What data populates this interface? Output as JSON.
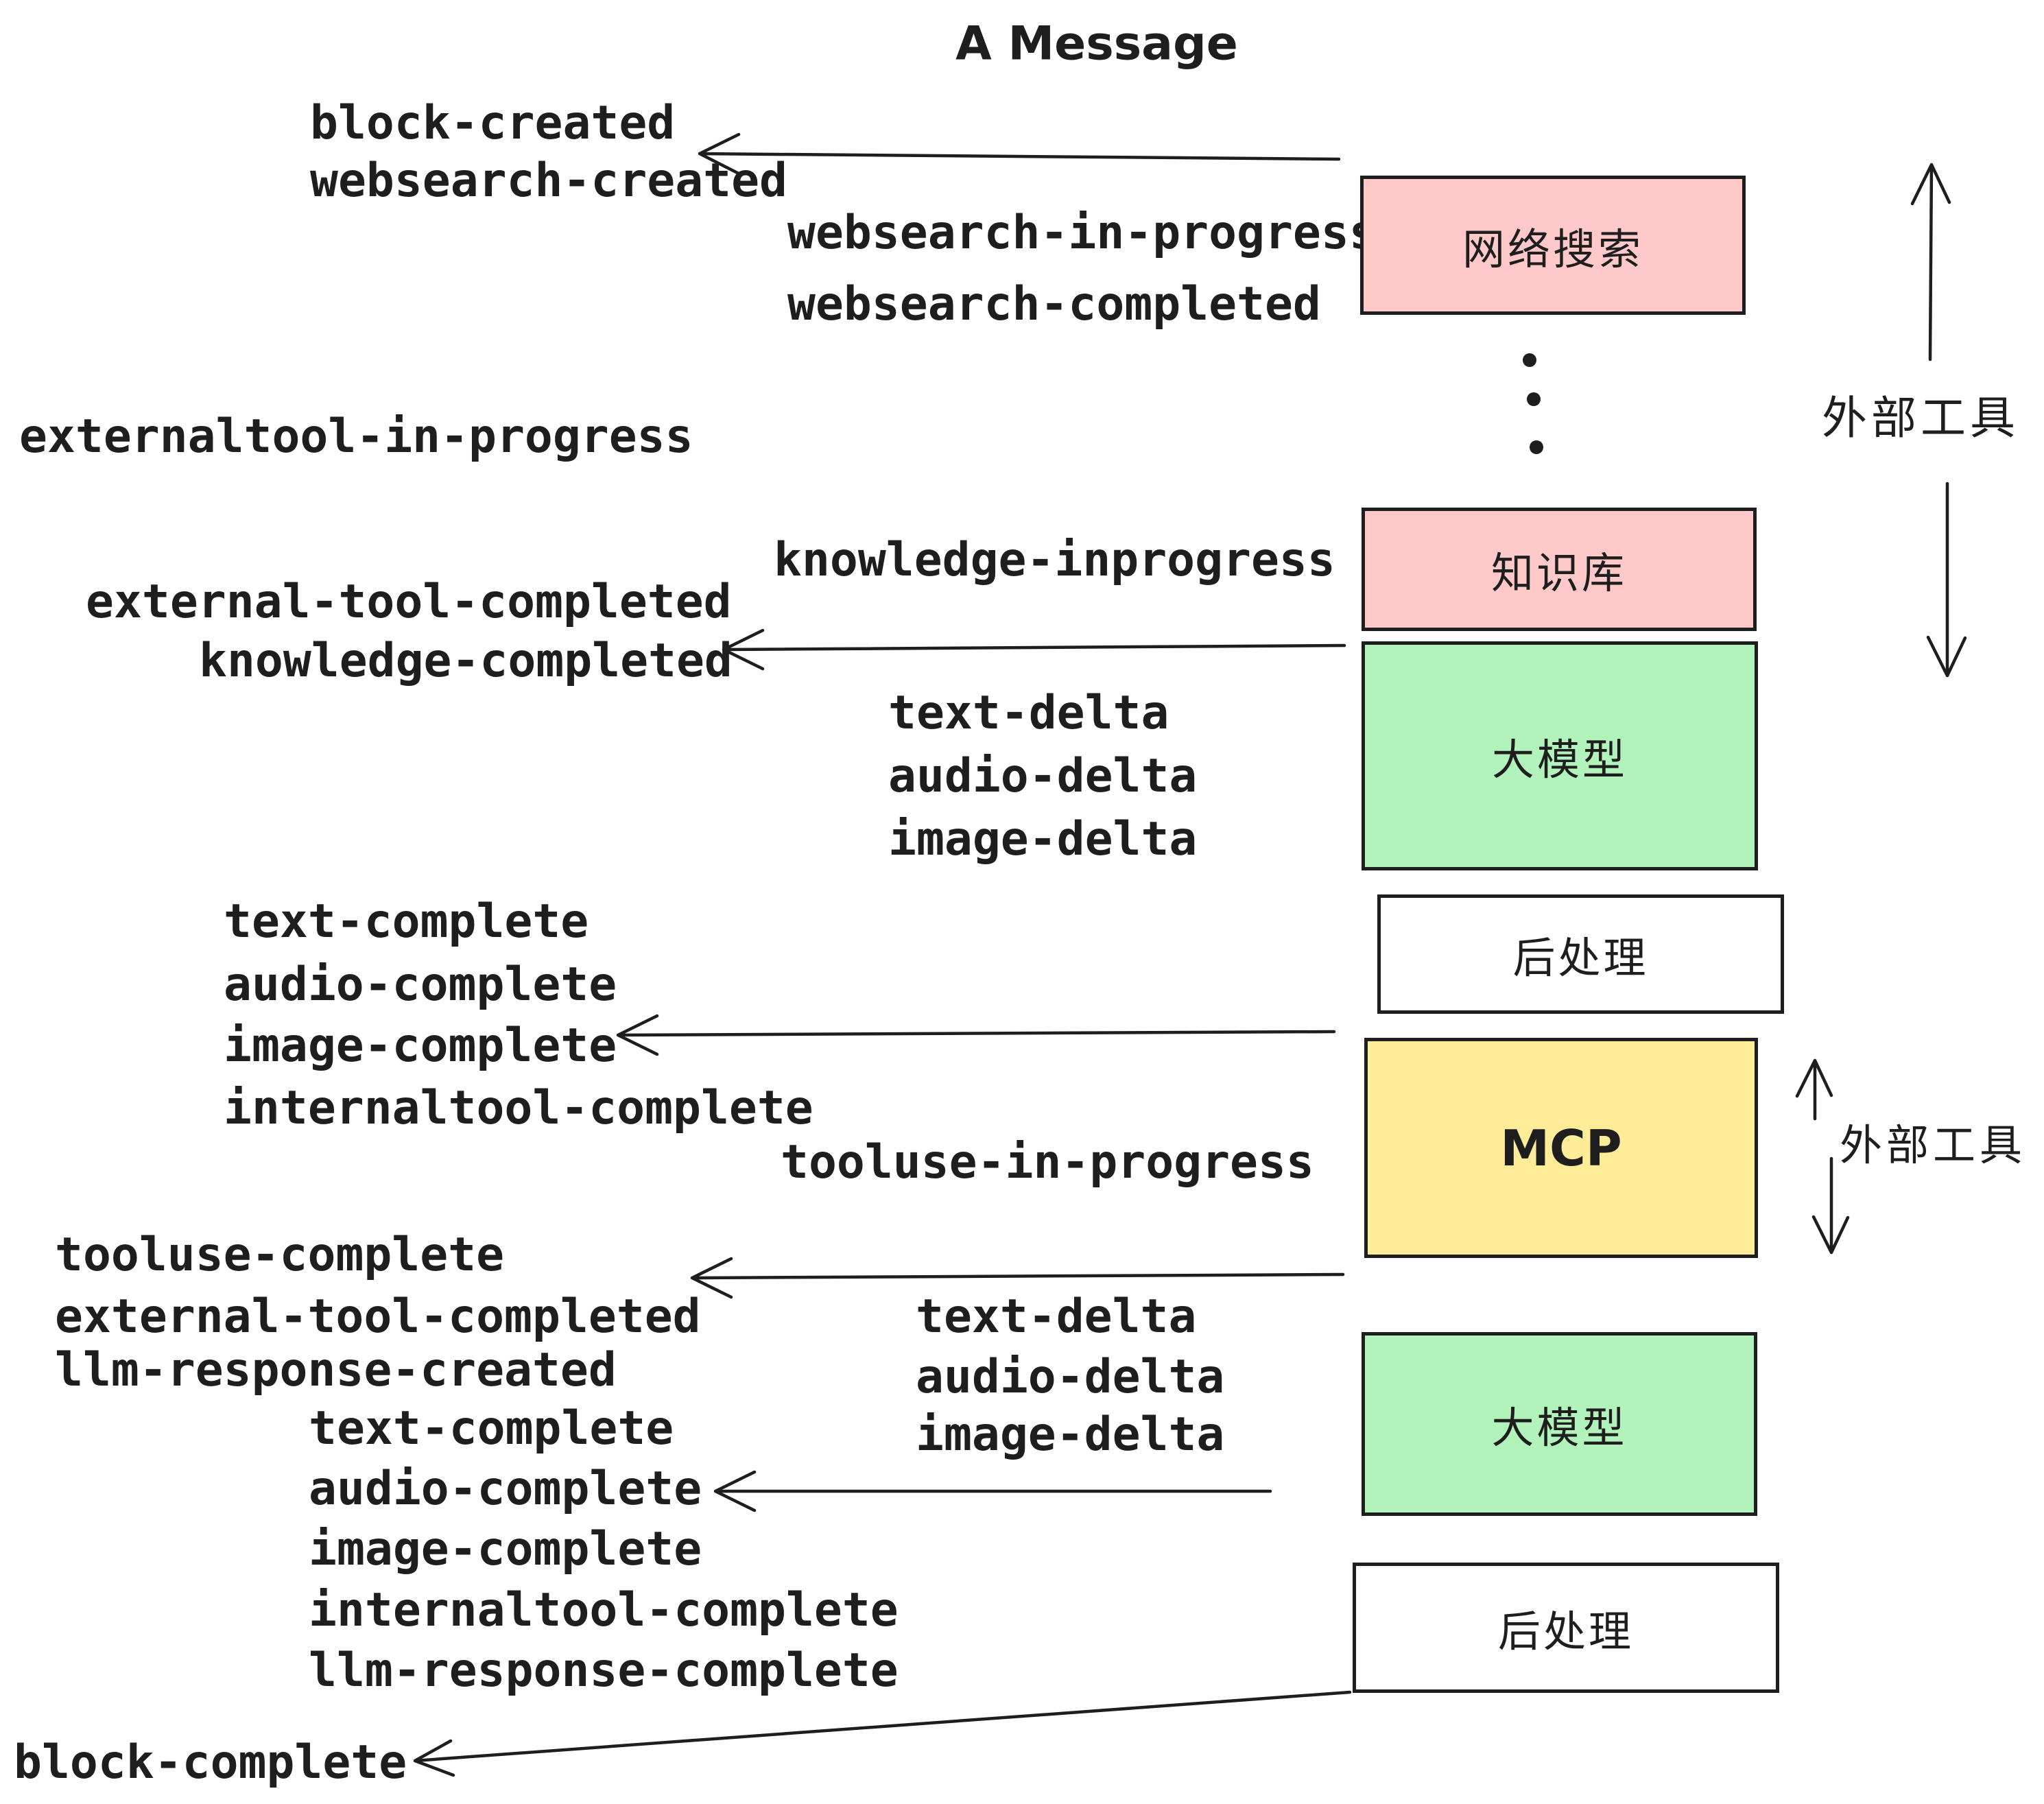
{
  "title": "A Message",
  "colors": {
    "pink": "#ffc9c9",
    "green": "#b2f2bb",
    "yellow": "#ffec99",
    "white": "#ffffff",
    "ink": "#1e1e1e"
  },
  "boxes": {
    "websearch": {
      "label": "网络搜索",
      "color": "#ffc9c9"
    },
    "knowledge": {
      "label": "知识库",
      "color": "#ffc9c9"
    },
    "llm1": {
      "label": "大模型",
      "color": "#b2f2bb"
    },
    "post1": {
      "label": "后处理",
      "color": "#ffffff"
    },
    "mcp": {
      "label": "MCP",
      "color": "#ffec99"
    },
    "llm2": {
      "label": "大模型",
      "color": "#b2f2bb"
    },
    "post2": {
      "label": "后处理",
      "color": "#ffffff"
    }
  },
  "side_labels": {
    "external_tools_top": "外部工具",
    "external_tools_mid": "外部工具"
  },
  "events": {
    "block_created": "block-created",
    "websearch_created": "websearch-created",
    "websearch_in_progress": "websearch-in-progress",
    "websearch_completed": "websearch-completed",
    "externaltool_in_progress": "externaltool-in-progress",
    "knowledge_inprogress": "knowledge-inprogress",
    "external_tool_completed_1": "external-tool-completed",
    "knowledge_completed": "knowledge-completed",
    "text_delta_1": "text-delta",
    "audio_delta_1": "audio-delta",
    "image_delta_1": "image-delta",
    "text_complete_1": "text-complete",
    "audio_complete_1": "audio-complete",
    "image_complete_1": "image-complete",
    "internaltool_complete_1": "internaltool-complete",
    "tooluse_in_progress": "tooluse-in-progress",
    "tooluse_complete": "tooluse-complete",
    "external_tool_completed_2": "external-tool-completed",
    "llm_response_created": "llm-response-created",
    "text_delta_2": "text-delta",
    "audio_delta_2": "audio-delta",
    "image_delta_2": "image-delta",
    "text_complete_2": "text-complete",
    "audio_complete_2": "audio-complete",
    "image_complete_2": "image-complete",
    "internaltool_complete_2": "internaltool-complete",
    "llm_response_complete": "llm-response-complete",
    "block_complete": "block-complete"
  }
}
